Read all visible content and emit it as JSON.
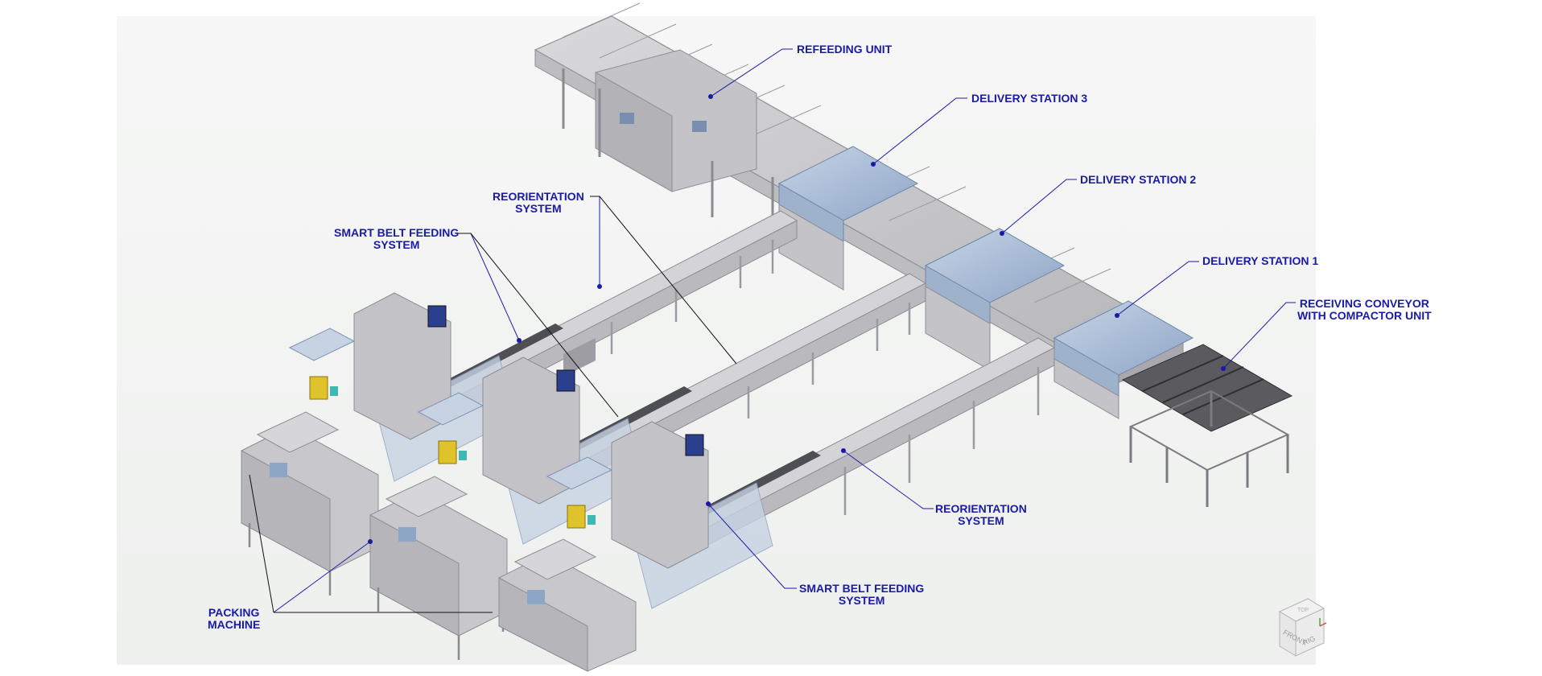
{
  "labels": {
    "refeeding_unit": [
      "REFEEDING UNIT"
    ],
    "delivery_station_3": [
      "DELIVERY STATION 3"
    ],
    "delivery_station_2": [
      "DELIVERY STATION 2"
    ],
    "delivery_station_1": [
      "DELIVERY STATION 1"
    ],
    "receiving_conveyor": [
      "RECEIVING CONVEYOR",
      "WITH COMPACTOR UNIT"
    ],
    "reorientation_top": [
      "REORIENTATION",
      "SYSTEM"
    ],
    "smart_belt_top": [
      "SMART BELT FEEDING",
      "SYSTEM"
    ],
    "reorientation_bottom": [
      "REORIENTATION",
      "SYSTEM"
    ],
    "smart_belt_bottom": [
      "SMART BELT FEEDING",
      "SYSTEM"
    ],
    "packing_machine": [
      "PACKING",
      "MACHINE"
    ]
  },
  "view_cube": {
    "front": "FRONT",
    "right": "RIG",
    "top": "TOP"
  },
  "colors": {
    "label": "#1a1aa8",
    "leader_blue": "#1a1aa8",
    "leader_black": "#111111",
    "metal": "#c9c9cc",
    "metal_dark": "#8d8d92",
    "hood_glass": "#a9bcd6",
    "panel_blue": "#2b3f8f",
    "accent_yellow": "#e0c22a",
    "accent_teal": "#3fb8b0",
    "compactor": "#4a4a4e"
  }
}
